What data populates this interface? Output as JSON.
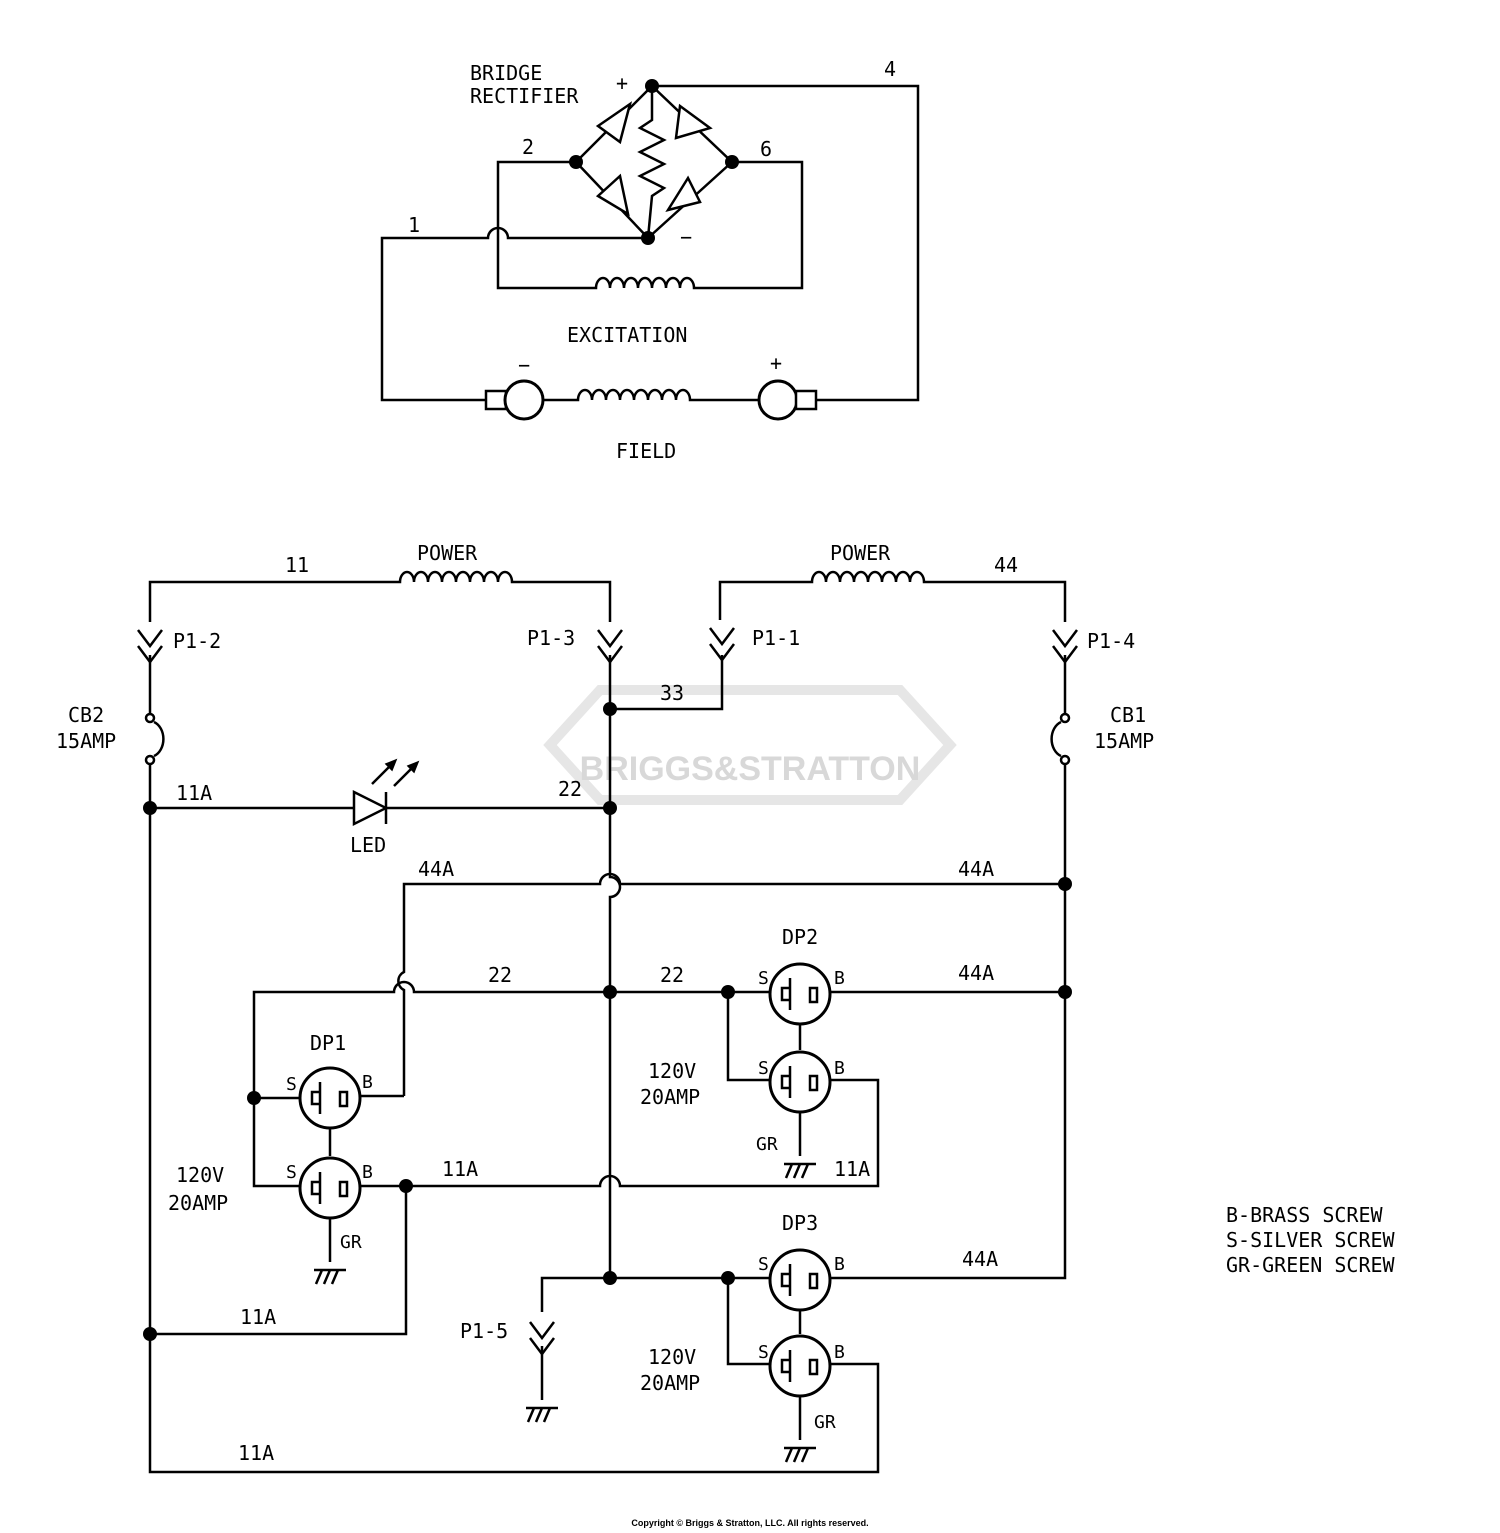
{
  "excitation_circuit": {
    "bridge_rectifier_line1": "BRIDGE",
    "bridge_rectifier_line2": "RECTIFIER",
    "plus": "+",
    "minus": "−",
    "wire_1": "1",
    "wire_2": "2",
    "wire_4": "4",
    "wire_6": "6",
    "excitation_label": "EXCITATION",
    "field_label": "FIELD",
    "brush_minus": "−",
    "brush_plus": "+"
  },
  "power_circuit": {
    "power_left": "POWER",
    "power_right": "POWER",
    "wire_11": "11",
    "wire_44": "44",
    "wire_33": "33",
    "p1_2": "P1-2",
    "p1_3": "P1-3",
    "p1_1": "P1-1",
    "p1_4": "P1-4",
    "p1_5": "P1-5",
    "cb2_name": "CB2",
    "cb2_rating": "15AMP",
    "cb1_name": "CB1",
    "cb1_rating": "15AMP",
    "led": "LED",
    "wire_11a_led": "11A",
    "wire_22_led": "22",
    "wire_44a_top_left": "44A",
    "wire_44a_top_right": "44A",
    "wire_22_mid_left": "22",
    "wire_22_mid_right": "22",
    "wire_44a_dp2": "44A",
    "wire_11a_dp1": "11A",
    "wire_11a_dp2": "11A",
    "wire_44a_dp3": "44A",
    "wire_11a_lower": "11A",
    "wire_11a_bottom": "11A",
    "dp1": "DP1",
    "dp2": "DP2",
    "dp3": "DP3",
    "voltage_rating": "120V",
    "amp_rating": "20AMP",
    "s": "S",
    "b": "B",
    "gr": "GR"
  },
  "legend": {
    "brass": "B-BRASS SCREW",
    "silver": "S-SILVER SCREW",
    "green": "GR-GREEN SCREW"
  },
  "watermark": "BRIGGS&STRATTON",
  "copyright": "Copyright © Briggs & Stratton, LLC. All rights reserved."
}
